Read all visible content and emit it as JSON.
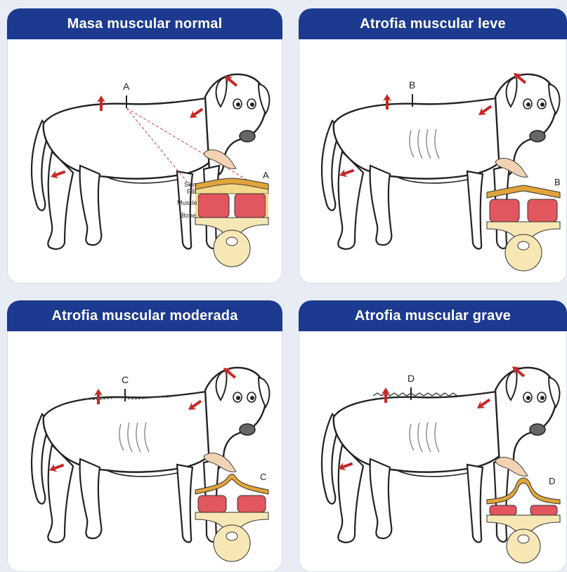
{
  "colors": {
    "header": "#1c3a8f",
    "arrow": "#c62828",
    "skin": "#e0a43a",
    "fat": "#f3d98a",
    "muscle": "#e2565e",
    "bone": "#f7e7b4"
  },
  "panels": [
    {
      "title": "Masa muscular normal",
      "marker": "A",
      "inset_marker": "A",
      "layer_labels": {
        "skin": "Skin",
        "fat": "Fat",
        "muscle": "Muscle",
        "bone": "Bone"
      }
    },
    {
      "title": "Atrofia muscular leve",
      "marker": "B",
      "inset_marker": "B"
    },
    {
      "title": "Atrofia muscular moderada",
      "marker": "C",
      "inset_marker": "C"
    },
    {
      "title": "Atrofia muscular grave",
      "marker": "D",
      "inset_marker": "D"
    }
  ]
}
